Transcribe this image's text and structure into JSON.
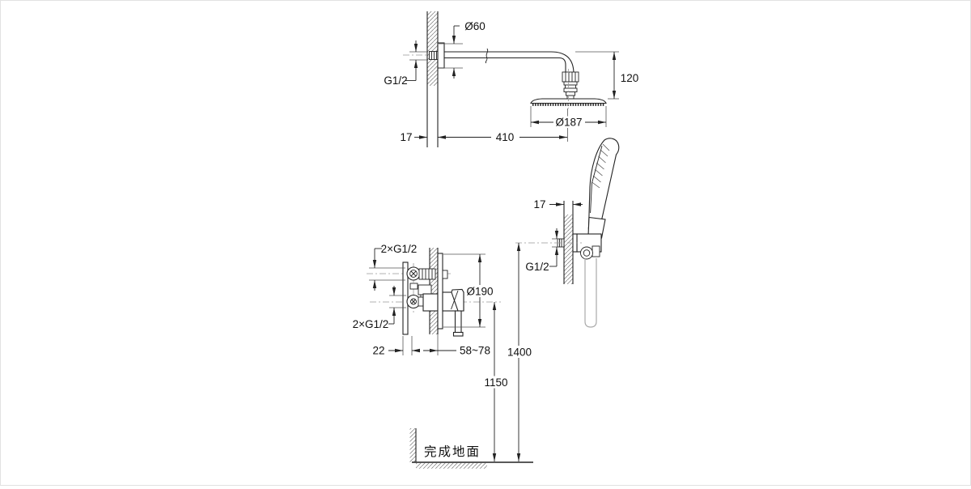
{
  "labels": {
    "overhead": {
      "flange_dia": "Ø60",
      "wall_thread": "G1/2",
      "head_drop": "120",
      "wall_thickness": "17",
      "arm_reach": "410",
      "head_dia": "Ø187"
    },
    "hand": {
      "wall_thickness": "17",
      "outlet_thread": "G1/2"
    },
    "valve": {
      "top_ports": "2×G1/2",
      "bottom_ports": "2×G1/2",
      "trim_dia": "Ø190",
      "plate_offset": "22",
      "install_depth": "58~78"
    },
    "heights": {
      "hand_outlet_height": "1400",
      "valve_height": "1150"
    },
    "floor": {
      "finished_floor": "完成地面"
    }
  },
  "colors": {
    "line": "#222222",
    "centerline": "#999999",
    "hose": "#aaaaaa",
    "hatch": "#777777",
    "text": "#111111",
    "background": "#ffffff"
  }
}
